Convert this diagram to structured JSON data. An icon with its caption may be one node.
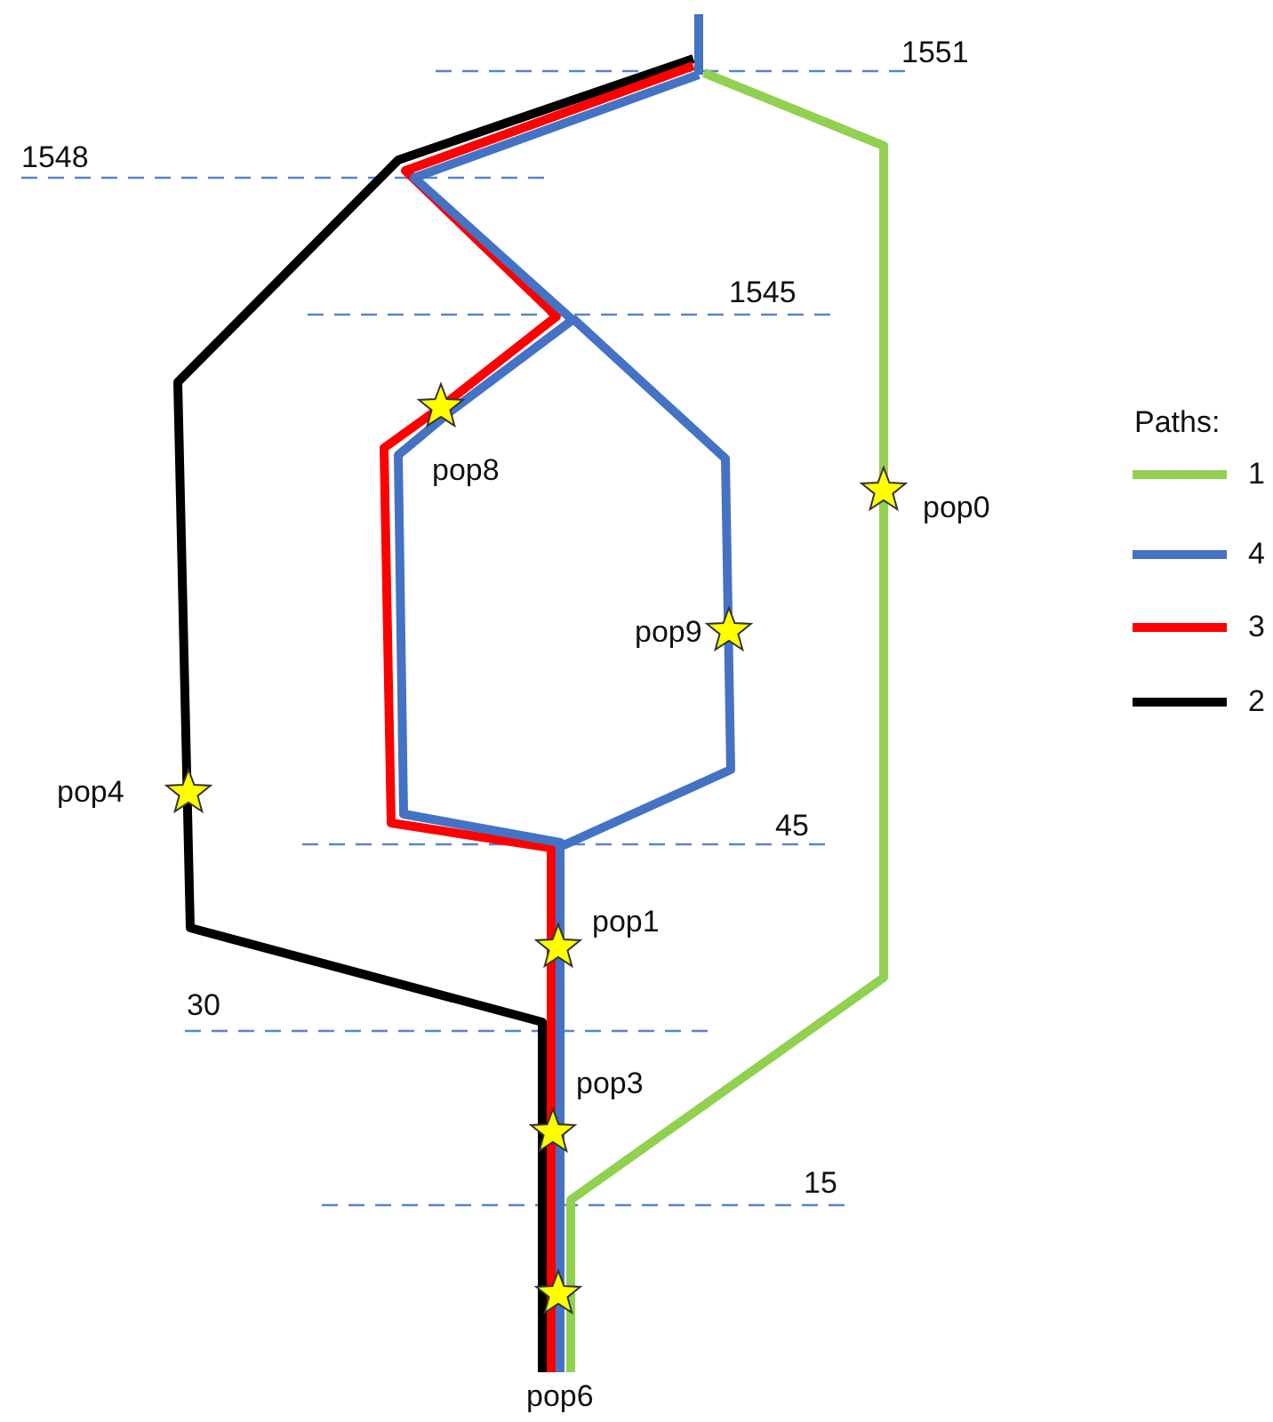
{
  "diagram": {
    "labels": [
      "1551",
      "1548",
      "1545",
      "pop8",
      "Paths:",
      "pop0",
      "pop9",
      "pop4",
      "45",
      "pop1",
      "30",
      "pop3",
      "15",
      "pop6"
    ],
    "legend": [
      {
        "text": "1"
      },
      {
        "text": "4"
      },
      {
        "text": "3"
      },
      {
        "text": "2"
      }
    ]
  }
}
